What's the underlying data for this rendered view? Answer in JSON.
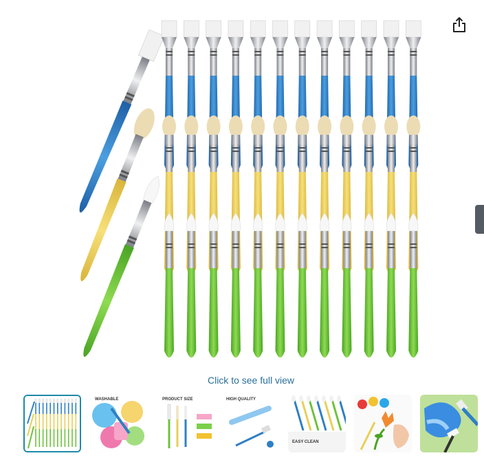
{
  "main_image": {
    "description_icon": "paint-brush-set-product-image"
  },
  "share": {
    "icon": "share-icon"
  },
  "caption": "Click to see full view",
  "thumbnails": [
    {
      "name": "thumbnail-brush-set",
      "selected": true
    },
    {
      "name": "thumbnail-washable",
      "label": "WASHABLE"
    },
    {
      "name": "thumbnail-product-size",
      "label": "PRODUCT SIZE"
    },
    {
      "name": "thumbnail-high-quality",
      "label": "HIGH QUALITY"
    },
    {
      "name": "thumbnail-easy-clean",
      "label": "EASY CLEAN"
    },
    {
      "name": "thumbnail-kids-painting"
    },
    {
      "name": "thumbnail-blue-brush"
    }
  ],
  "colors": {
    "accent": "#2a6f9a",
    "selected_border": "#1f8aa8",
    "blue_handle": "#2f7fc4",
    "yellow_handle": "#e8cf59",
    "green_handle": "#6fc23b"
  }
}
